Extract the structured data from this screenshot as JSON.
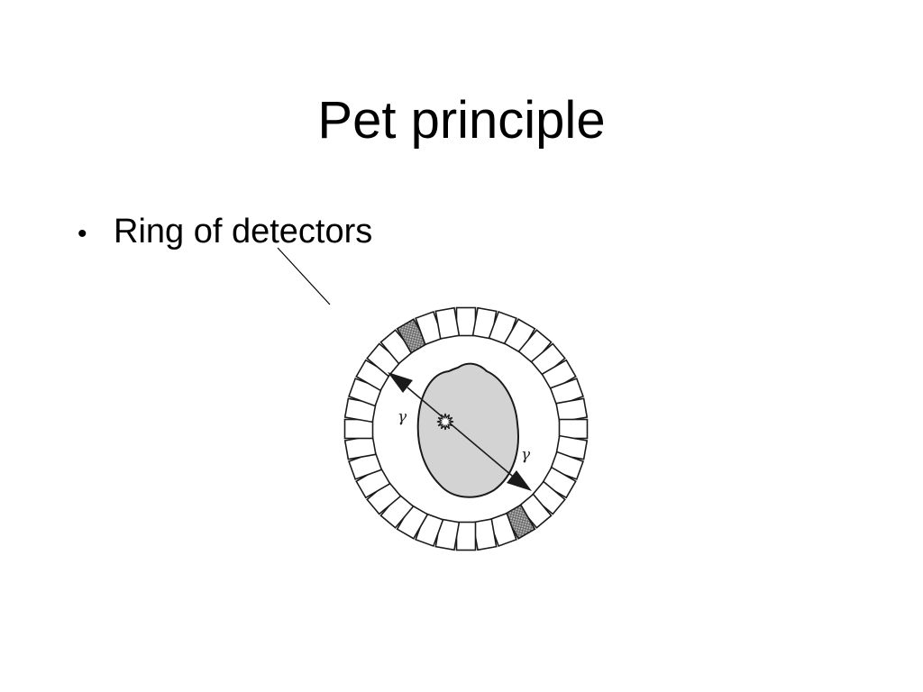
{
  "slide": {
    "title": "Pet principle"
  },
  "bullets": [
    {
      "marker": "•",
      "text": "Ring of detectors"
    }
  ],
  "diagram": {
    "detector_count": 36,
    "active_detector_indices": [
      15,
      33
    ],
    "gamma_labels": [
      "γ",
      "γ"
    ],
    "colors": {
      "detector_stroke": "#1a1a1a",
      "detector_fill": "#ffffff",
      "active_detector_fill": "#9a9a9a",
      "body_fill": "#d3d3d3",
      "arrow": "#1a1a1a"
    }
  }
}
